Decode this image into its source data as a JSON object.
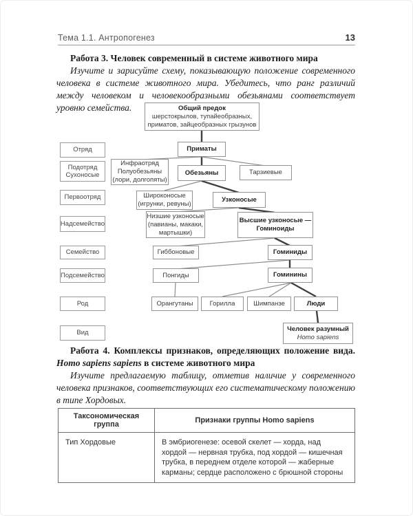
{
  "header": {
    "topic": "Тема 1.1. Антропогенез",
    "page_number": "13"
  },
  "work3": {
    "title": "Работа 3. Человек современный в системе животного мира",
    "intro": "Изучите и зарисуйте схему, показывающую положение современного человека в системе животного мира. Убедитесь, что ранг различий между человеком и человекообразными обезьянами соответствует уровню семейства."
  },
  "diagram": {
    "ranks": {
      "otryad": "Отряд",
      "podotryad_l1": "Подотряд",
      "podotryad_l2": "Сухоносые",
      "pervootryad": "Первоотряд",
      "nadsemeystvo": "Надсемейство",
      "semeystvo": "Семейство",
      "podsemeystvo": "Подсемейство",
      "rod": "Род",
      "vid": "Вид"
    },
    "nodes": {
      "ancestor_title": "Общий предок",
      "ancestor_l1": "шерстокрылов, тупайеобразных,",
      "ancestor_l2": "приматов, зайцеобразных грызунов",
      "primates": "Приматы",
      "infra_l1": "Инфраотряд",
      "infra_l2": "Полуобезьяны",
      "infra_l3": "(лори, долгопяты)",
      "monkeys": "Обезьяны",
      "tarsiers": "Тарзиевые",
      "platy_l1": "Широконосые",
      "platy_l2": "(игрунки, ревуны)",
      "catarrhines": "Узконосые",
      "lower_l1": "Низшие узконосые",
      "lower_l2": "(павианы, макаки,",
      "lower_l3": "мартышки)",
      "hominoid_l1": "Высшие узконосые —",
      "hominoid_l2": "Гоминоиды",
      "gibbons": "Гиббоновые",
      "hominids": "Гоминиды",
      "pongids": "Понгиды",
      "hominins": "Гоминины",
      "orangutans": "Орангутаны",
      "gorilla": "Горилла",
      "chimpanzee": "Шимпанзе",
      "humans": "Люди",
      "species_l1": "Человек разумный",
      "species_l2": "Homo sapiens"
    }
  },
  "work4": {
    "title_prefix": "Работа 4. Комплексы признаков, определяющих положение вида. ",
    "title_species": "Homo sapiens sapiens",
    "title_suffix": " в системе животного мира",
    "intro": "Изучите предлагаемую таблицу, отметив наличие у современного человека признаков, соответствующих его систематическому положению в типе Хордовых."
  },
  "table": {
    "col1_header": "Таксономическая группа",
    "col2_header": "Признаки группы Homo sapiens",
    "rows": [
      {
        "group": "Тип Хордовые",
        "traits": "В эмбриогенезе: осевой скелет — хорда, над хордой — нервная трубка, под хордой — кишечная трубка, в переднем отделе которой — жаберные карманы; сердце расположено с брюшной стороны"
      }
    ]
  }
}
